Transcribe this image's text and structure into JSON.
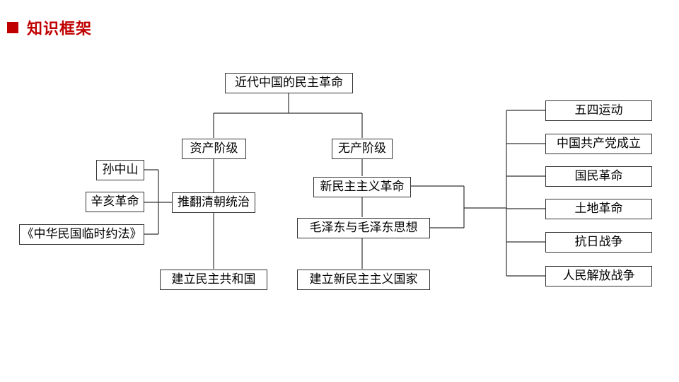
{
  "header": {
    "title": "知识框架"
  },
  "colors": {
    "accent": "#c00000",
    "line": "#333333"
  },
  "diagram": {
    "root": "近代中国的民主革命",
    "bourgeois": {
      "label": "资产阶级",
      "goal": "推翻清朝统治",
      "leaders": [
        "孙中山",
        "辛亥革命",
        "《中华民国临时约法》"
      ],
      "result": "建立民主共和国"
    },
    "proletariat": {
      "label": "无产阶级",
      "revolution": "新民主主义革命",
      "thought": "毛泽东与毛泽东思想",
      "result": "建立新民主主义国家"
    },
    "stages": [
      "五四运动",
      "中国共产党成立",
      "国民革命",
      "土地革命",
      "抗日战争",
      "人民解放战争"
    ]
  }
}
